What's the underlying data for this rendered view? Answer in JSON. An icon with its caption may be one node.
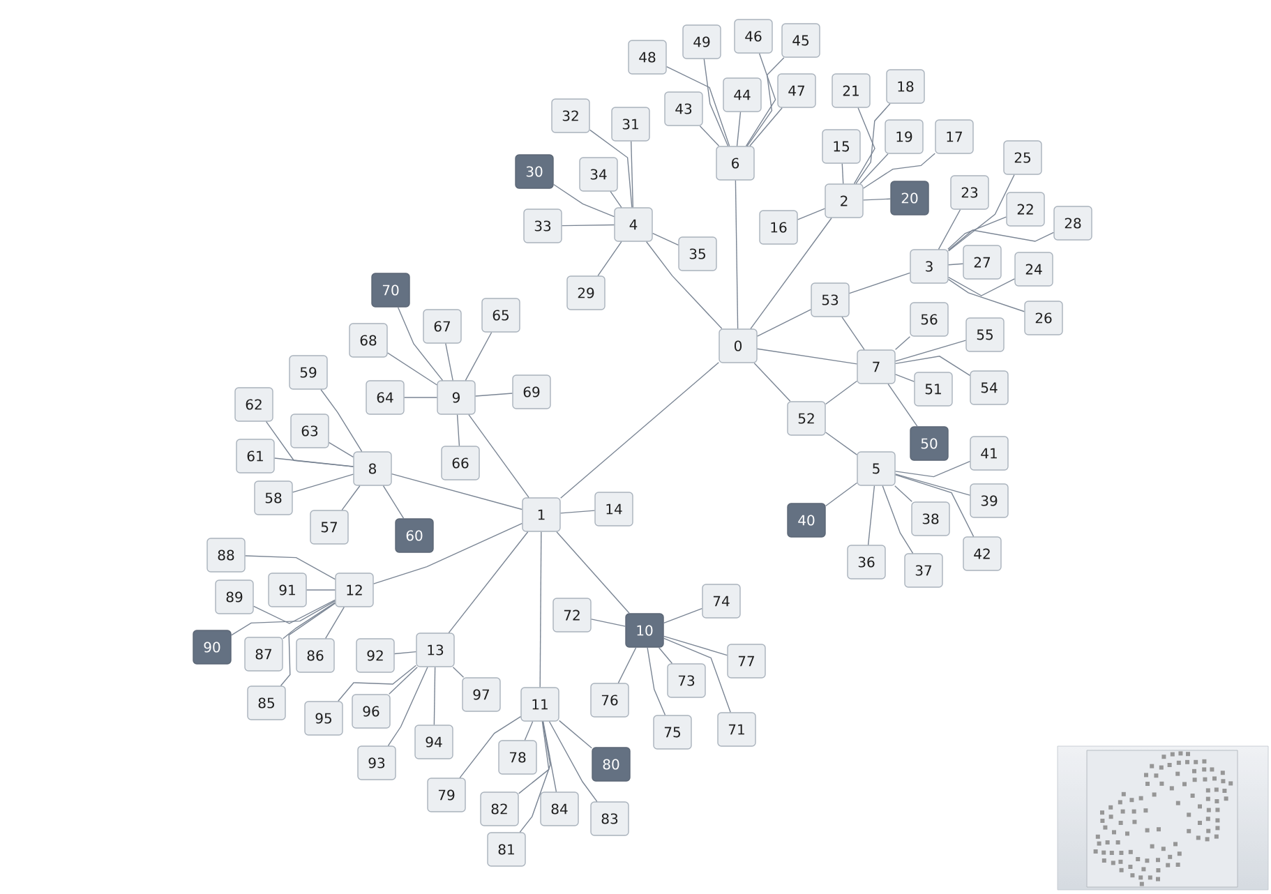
{
  "diagram": {
    "nodes": [
      {
        "text": [
          "0"
        ]
      },
      {
        "text": [
          "1"
        ]
      },
      {
        "text": [
          "2"
        ]
      },
      {
        "text": [
          "3"
        ]
      },
      {
        "text": [
          "4"
        ]
      },
      {
        "text": [
          "5"
        ]
      },
      {
        "text": [
          "6"
        ]
      },
      {
        "text": [
          "7"
        ]
      },
      {
        "text": [
          "8"
        ]
      },
      {
        "text": [
          "9"
        ]
      },
      {
        "text": [
          "10"
        ]
      },
      {
        "text": [
          "11"
        ]
      },
      {
        "text": [
          "12"
        ]
      },
      {
        "text": [
          "13"
        ]
      },
      {
        "text": [
          "14"
        ]
      },
      {
        "text": [
          "15"
        ]
      },
      {
        "text": [
          "16"
        ]
      },
      {
        "text": [
          "17"
        ]
      },
      {
        "text": [
          "18"
        ]
      },
      {
        "text": [
          "19"
        ]
      },
      {
        "text": [
          "20"
        ]
      },
      {
        "text": [
          "21"
        ]
      },
      {
        "text": [
          "22"
        ]
      },
      {
        "text": [
          "23"
        ]
      },
      {
        "text": [
          "24"
        ]
      },
      {
        "text": [
          "25"
        ]
      },
      {
        "text": [
          "26"
        ]
      },
      {
        "text": [
          "27"
        ]
      },
      {
        "text": [
          "28"
        ]
      },
      {
        "text": [
          "29"
        ]
      },
      {
        "text": [
          "30"
        ]
      },
      {
        "text": [
          "31"
        ]
      },
      {
        "text": [
          "32"
        ]
      },
      {
        "text": [
          "33"
        ]
      },
      {
        "text": [
          "34"
        ]
      },
      {
        "text": [
          "35"
        ]
      },
      {
        "text": [
          "36"
        ]
      },
      {
        "text": [
          "37"
        ]
      },
      {
        "text": [
          "38"
        ]
      },
      {
        "text": [
          "39"
        ]
      },
      {
        "text": [
          "40"
        ]
      },
      {
        "text": [
          "41"
        ]
      },
      {
        "text": [
          "42"
        ]
      },
      {
        "text": [
          "43"
        ]
      },
      {
        "text": [
          "44"
        ]
      },
      {
        "text": [
          "45"
        ]
      },
      {
        "text": [
          "46"
        ]
      },
      {
        "text": [
          "47"
        ]
      },
      {
        "text": [
          "48"
        ]
      },
      {
        "text": [
          "49"
        ]
      },
      {
        "text": [
          "50"
        ]
      },
      {
        "text": [
          "51"
        ]
      },
      {
        "text": [
          "52"
        ]
      },
      {
        "text": [
          "53"
        ]
      },
      {
        "text": [
          "54"
        ]
      },
      {
        "text": [
          "55"
        ]
      },
      {
        "text": [
          "56"
        ]
      },
      {
        "text": [
          "57"
        ]
      },
      {
        "text": [
          "58"
        ]
      },
      {
        "text": [
          "59"
        ]
      },
      {
        "text": [
          "60"
        ]
      },
      {
        "text": [
          "61"
        ]
      },
      {
        "text": [
          "62"
        ]
      },
      {
        "text": [
          "63"
        ]
      },
      {
        "text": [
          "64"
        ]
      },
      {
        "text": [
          "65"
        ]
      },
      {
        "text": [
          "66"
        ]
      },
      {
        "text": [
          "67"
        ]
      },
      {
        "text": [
          "68"
        ]
      },
      {
        "text": [
          "69"
        ]
      },
      {
        "text": [
          "70"
        ]
      },
      {
        "text": [
          "71"
        ]
      },
      {
        "text": [
          "72"
        ]
      },
      {
        "text": [
          "73"
        ]
      },
      {
        "text": [
          "74"
        ]
      },
      {
        "text": [
          "75"
        ]
      },
      {
        "text": [
          "76"
        ]
      },
      {
        "text": [
          "77"
        ]
      },
      {
        "text": [
          "78"
        ]
      },
      {
        "text": [
          "79"
        ]
      },
      {
        "text": [
          "80"
        ]
      },
      {
        "text": [
          "81"
        ]
      },
      {
        "text": [
          "82"
        ]
      },
      {
        "text": [
          "83"
        ]
      },
      {
        "text": [
          "84"
        ]
      },
      {
        "text": [
          "85"
        ]
      },
      {
        "text": [
          "86"
        ]
      },
      {
        "text": [
          "87"
        ]
      },
      {
        "text": [
          "88"
        ]
      },
      {
        "text": [
          "89"
        ]
      },
      {
        "text": [
          "90"
        ]
      },
      {
        "text": [
          "91"
        ]
      },
      {
        "text": [
          "92"
        ]
      },
      {
        "text": [
          "93"
        ]
      },
      {
        "text": [
          "94"
        ]
      },
      {
        "text": [
          "95"
        ]
      },
      {
        "text": [
          "96"
        ]
      },
      {
        "text": [
          "97"
        ]
      }
    ],
    "edges": [
      {
        "from": 0,
        "to": 1,
        "arrow": "none"
      },
      {
        "from": 0,
        "to": 4,
        "arrow": "none"
      },
      {
        "from": 0,
        "to": 6,
        "arrow": "none"
      },
      {
        "from": 0,
        "to": 2,
        "arrow": "none"
      },
      {
        "from": 0,
        "to": 53,
        "arrow": "none"
      },
      {
        "from": 0,
        "to": 7,
        "arrow": "none"
      },
      {
        "from": 0,
        "to": 52,
        "arrow": "none"
      },
      {
        "from": 53,
        "to": 3,
        "arrow": "none"
      },
      {
        "from": 53,
        "to": 7,
        "arrow": "none"
      },
      {
        "from": 7,
        "to": 52,
        "arrow": "none"
      },
      {
        "from": 52,
        "to": 5,
        "arrow": "none"
      },
      {
        "from": 4,
        "to": 30,
        "arrow": "none"
      },
      {
        "from": 4,
        "to": 34,
        "arrow": "none"
      },
      {
        "from": 4,
        "to": 32,
        "arrow": "none"
      },
      {
        "from": 4,
        "to": 31,
        "arrow": "none"
      },
      {
        "from": 4,
        "to": 33,
        "arrow": "none"
      },
      {
        "from": 4,
        "to": 35,
        "arrow": "none"
      },
      {
        "from": 4,
        "to": 29,
        "arrow": "none"
      },
      {
        "from": 6,
        "to": 43,
        "arrow": "none"
      },
      {
        "from": 6,
        "to": 48,
        "arrow": "none"
      },
      {
        "from": 6,
        "to": 49,
        "arrow": "none"
      },
      {
        "from": 6,
        "to": 44,
        "arrow": "none"
      },
      {
        "from": 6,
        "to": 46,
        "arrow": "none"
      },
      {
        "from": 6,
        "to": 45,
        "arrow": "none"
      },
      {
        "from": 6,
        "to": 47,
        "arrow": "none"
      },
      {
        "from": 2,
        "to": 15,
        "arrow": "none"
      },
      {
        "from": 2,
        "to": 21,
        "arrow": "none"
      },
      {
        "from": 2,
        "to": 18,
        "arrow": "none"
      },
      {
        "from": 2,
        "to": 19,
        "arrow": "none"
      },
      {
        "from": 2,
        "to": 17,
        "arrow": "none"
      },
      {
        "from": 2,
        "to": 20,
        "arrow": "none"
      },
      {
        "from": 2,
        "to": 16,
        "arrow": "none"
      },
      {
        "from": 3,
        "to": 23,
        "arrow": "none"
      },
      {
        "from": 3,
        "to": 25,
        "arrow": "none"
      },
      {
        "from": 3,
        "to": 22,
        "arrow": "none"
      },
      {
        "from": 3,
        "to": 28,
        "arrow": "none"
      },
      {
        "from": 3,
        "to": 27,
        "arrow": "none"
      },
      {
        "from": 3,
        "to": 24,
        "arrow": "none"
      },
      {
        "from": 3,
        "to": 26,
        "arrow": "none"
      },
      {
        "from": 7,
        "to": 56,
        "arrow": "none"
      },
      {
        "from": 7,
        "to": 55,
        "arrow": "none"
      },
      {
        "from": 7,
        "to": 51,
        "arrow": "none"
      },
      {
        "from": 7,
        "to": 54,
        "arrow": "none"
      },
      {
        "from": 7,
        "to": 50,
        "arrow": "none"
      },
      {
        "from": 5,
        "to": 41,
        "arrow": "none"
      },
      {
        "from": 5,
        "to": 39,
        "arrow": "none"
      },
      {
        "from": 5,
        "to": 38,
        "arrow": "none"
      },
      {
        "from": 5,
        "to": 42,
        "arrow": "none"
      },
      {
        "from": 5,
        "to": 37,
        "arrow": "none"
      },
      {
        "from": 5,
        "to": 36,
        "arrow": "none"
      },
      {
        "from": 5,
        "to": 40,
        "arrow": "none"
      },
      {
        "from": 1,
        "to": 8,
        "arrow": "none"
      },
      {
        "from": 1,
        "to": 9,
        "arrow": "none"
      },
      {
        "from": 1,
        "to": 14,
        "arrow": "none"
      },
      {
        "from": 1,
        "to": 10,
        "arrow": "none"
      },
      {
        "from": 1,
        "to": 11,
        "arrow": "none"
      },
      {
        "from": 1,
        "to": 13,
        "arrow": "none"
      },
      {
        "from": 1,
        "to": 12,
        "arrow": "none"
      },
      {
        "from": 9,
        "to": 70,
        "arrow": "none"
      },
      {
        "from": 9,
        "to": 67,
        "arrow": "none"
      },
      {
        "from": 9,
        "to": 65,
        "arrow": "none"
      },
      {
        "from": 9,
        "to": 68,
        "arrow": "none"
      },
      {
        "from": 9,
        "to": 64,
        "arrow": "none"
      },
      {
        "from": 9,
        "to": 69,
        "arrow": "none"
      },
      {
        "from": 9,
        "to": 66,
        "arrow": "none"
      },
      {
        "from": 8,
        "to": 59,
        "arrow": "none"
      },
      {
        "from": 8,
        "to": 63,
        "arrow": "none"
      },
      {
        "from": 8,
        "to": 62,
        "arrow": "none"
      },
      {
        "from": 8,
        "to": 61,
        "arrow": "none"
      },
      {
        "from": 8,
        "to": 58,
        "arrow": "none"
      },
      {
        "from": 8,
        "to": 57,
        "arrow": "none"
      },
      {
        "from": 8,
        "to": 60,
        "arrow": "none"
      },
      {
        "from": 12,
        "to": 88,
        "arrow": "none"
      },
      {
        "from": 12,
        "to": 91,
        "arrow": "none"
      },
      {
        "from": 12,
        "to": 89,
        "arrow": "none"
      },
      {
        "from": 12,
        "to": 90,
        "arrow": "none"
      },
      {
        "from": 12,
        "to": 87,
        "arrow": "none"
      },
      {
        "from": 12,
        "to": 86,
        "arrow": "none"
      },
      {
        "from": 12,
        "to": 85,
        "arrow": "none"
      },
      {
        "from": 13,
        "to": 92,
        "arrow": "none"
      },
      {
        "from": 13,
        "to": 95,
        "arrow": "none"
      },
      {
        "from": 13,
        "to": 96,
        "arrow": "none"
      },
      {
        "from": 13,
        "to": 93,
        "arrow": "none"
      },
      {
        "from": 13,
        "to": 94,
        "arrow": "none"
      },
      {
        "from": 13,
        "to": 97,
        "arrow": "none"
      },
      {
        "from": 10,
        "to": 72,
        "arrow": "none"
      },
      {
        "from": 10,
        "to": 74,
        "arrow": "none"
      },
      {
        "from": 10,
        "to": 77,
        "arrow": "none"
      },
      {
        "from": 10,
        "to": 73,
        "arrow": "none"
      },
      {
        "from": 10,
        "to": 71,
        "arrow": "none"
      },
      {
        "from": 10,
        "to": 75,
        "arrow": "none"
      },
      {
        "from": 10,
        "to": 76,
        "arrow": "none"
      },
      {
        "from": 11,
        "to": 79,
        "arrow": "none"
      },
      {
        "from": 11,
        "to": 78,
        "arrow": "none"
      },
      {
        "from": 11,
        "to": 82,
        "arrow": "none"
      },
      {
        "from": 11,
        "to": 81,
        "arrow": "none"
      },
      {
        "from": 11,
        "to": 84,
        "arrow": "none"
      },
      {
        "from": 11,
        "to": 83,
        "arrow": "none"
      },
      {
        "from": 11,
        "to": 80,
        "arrow": "none"
      }
    ]
  }
}
